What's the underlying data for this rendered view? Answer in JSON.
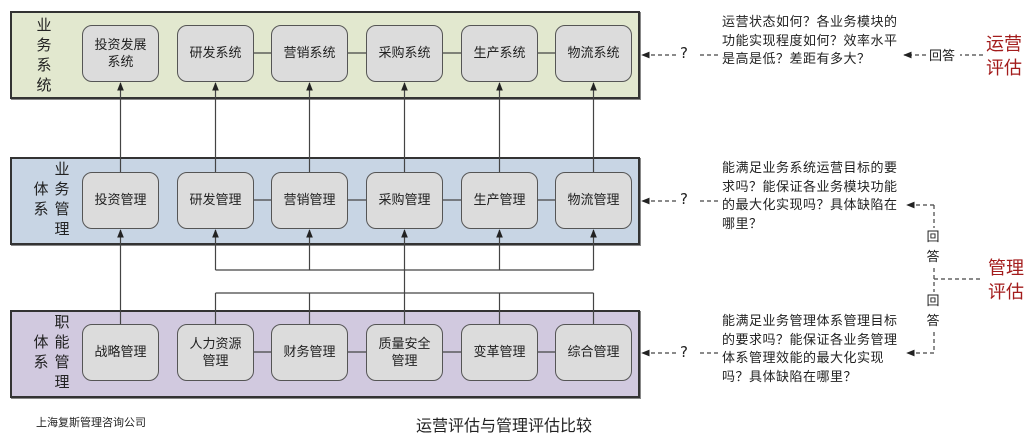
{
  "layers": {
    "business_system": {
      "label": "业务系统",
      "color": "#e2e8cf",
      "modules": [
        "投资发展\n系统",
        "研发系统",
        "营销系统",
        "采购系统",
        "生产系统",
        "物流系统"
      ]
    },
    "business_management": {
      "label_col1": "体系",
      "label_col2": "业务管理",
      "color": "#c8d5e4",
      "modules": [
        "投资管理",
        "研发管理",
        "营销管理",
        "采购管理",
        "生产管理",
        "物流管理"
      ]
    },
    "functional_management": {
      "label_col1": "体系",
      "label_col2": "职能管理",
      "color": "#d1c9df",
      "modules": [
        "战略管理",
        "人力资源\n管理",
        "财务管理",
        "质量安全\n管理",
        "变革管理",
        "综合管理"
      ]
    }
  },
  "questions": {
    "operations": "运营状态如何？各业务模块的功能实现程度如何？效率水平是高是低？差距有多大？",
    "business_mgmt": "能满足业务系统运营目标的要求吗？能保证各业务模块功能的最大化实现吗？具体缺陷在哪里？",
    "functional_mgmt": "能满足业务管理体系管理目标的要求吗？能保证各业务管理体系管理效能的最大化实现吗？具体缺陷在哪里？"
  },
  "connectors": {
    "question_mark": "?",
    "answer": "回答",
    "answer_char1": "回",
    "answer_char2": "答"
  },
  "evaluations": {
    "operations_line1": "运营",
    "operations_line2": "评估",
    "management_line1": "管理",
    "management_line2": "评估",
    "color": "#a31c1c"
  },
  "footer": {
    "company": "上海复斯管理咨询公司",
    "title": "运营评估与管理评估比较"
  }
}
